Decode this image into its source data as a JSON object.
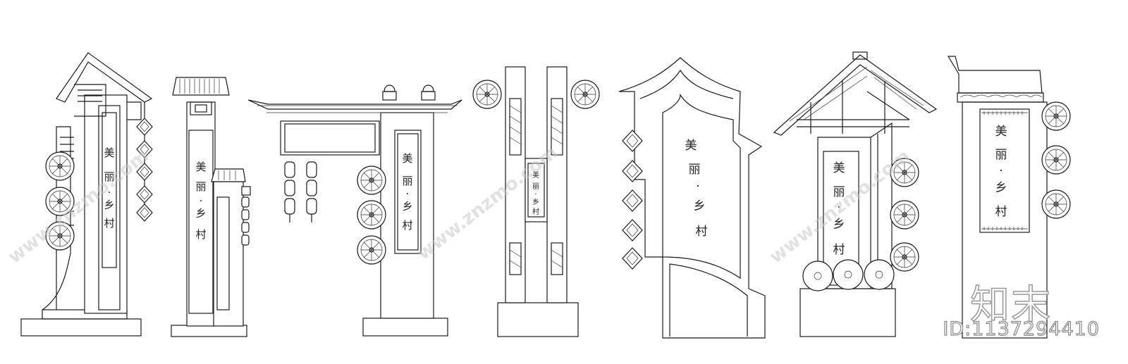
{
  "signs": [
    {
      "title": "美丽·乡村",
      "chars": [
        "美",
        "丽",
        "·",
        "乡",
        "村"
      ]
    },
    {
      "title": "美丽·乡村",
      "chars": [
        "美",
        "丽",
        "·",
        "乡",
        "村"
      ]
    },
    {
      "title": "美丽·乡村",
      "chars": [
        "美",
        "丽",
        "·",
        "乡",
        "村"
      ]
    },
    {
      "title": "美丽·乡村",
      "chars": [
        "美",
        "丽",
        "·",
        "乡",
        "村"
      ]
    },
    {
      "title": "美丽·乡村",
      "chars": [
        "美",
        "丽",
        "·",
        "乡",
        "村"
      ]
    },
    {
      "title": "美丽·乡村",
      "chars": [
        "美",
        "丽",
        "·",
        "乡",
        "村"
      ]
    },
    {
      "title": "美丽·乡村",
      "chars": [
        "美",
        "丽",
        "·",
        "乡",
        "村"
      ]
    }
  ],
  "watermark": {
    "url": "www.znzmo.com",
    "logo": "知末",
    "image_id": "ID:1137294410"
  }
}
